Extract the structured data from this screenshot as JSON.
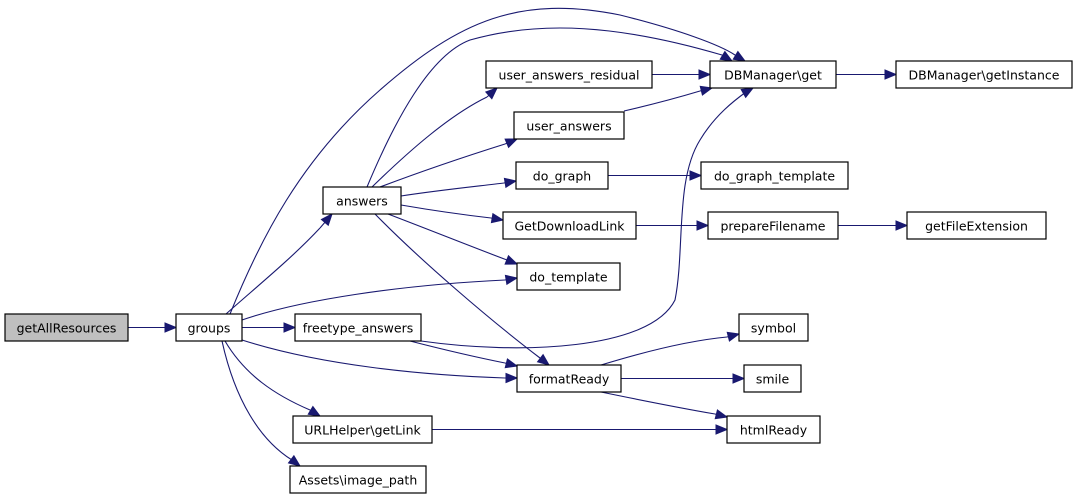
{
  "diagram": {
    "type": "call-graph",
    "edge_color": "#191970",
    "root_fill": "#bfbfbf",
    "nodes": [
      {
        "id": "getAllResources",
        "label": "getAllResources",
        "highlighted": true
      },
      {
        "id": "groups",
        "label": "groups"
      },
      {
        "id": "answers",
        "label": "answers"
      },
      {
        "id": "user_answers_residual",
        "label": "user_answers_residual"
      },
      {
        "id": "user_answers",
        "label": "user_answers"
      },
      {
        "id": "do_graph",
        "label": "do_graph"
      },
      {
        "id": "GetDownloadLink",
        "label": "GetDownloadLink"
      },
      {
        "id": "do_template",
        "label": "do_template"
      },
      {
        "id": "freetype_answers",
        "label": "freetype_answers"
      },
      {
        "id": "formatReady",
        "label": "formatReady"
      },
      {
        "id": "URLHelper_getLink",
        "label": "URLHelper\\getLink"
      },
      {
        "id": "Assets_image_path",
        "label": "Assets\\image_path"
      },
      {
        "id": "DBManager_get",
        "label": "DBManager\\get"
      },
      {
        "id": "DBManager_getInstance",
        "label": "DBManager\\getInstance"
      },
      {
        "id": "do_graph_template",
        "label": "do_graph_template"
      },
      {
        "id": "prepareFilename",
        "label": "prepareFilename"
      },
      {
        "id": "getFileExtension",
        "label": "getFileExtension"
      },
      {
        "id": "symbol",
        "label": "symbol"
      },
      {
        "id": "smile",
        "label": "smile"
      },
      {
        "id": "htmlReady",
        "label": "htmlReady"
      }
    ],
    "edges": [
      {
        "from": "getAllResources",
        "to": "groups"
      },
      {
        "from": "groups",
        "to": "answers"
      },
      {
        "from": "groups",
        "to": "DBManager_get"
      },
      {
        "from": "groups",
        "to": "do_template"
      },
      {
        "from": "groups",
        "to": "freetype_answers"
      },
      {
        "from": "groups",
        "to": "formatReady"
      },
      {
        "from": "groups",
        "to": "URLHelper_getLink"
      },
      {
        "from": "groups",
        "to": "Assets_image_path"
      },
      {
        "from": "answers",
        "to": "DBManager_get"
      },
      {
        "from": "answers",
        "to": "user_answers_residual"
      },
      {
        "from": "answers",
        "to": "user_answers"
      },
      {
        "from": "answers",
        "to": "do_graph"
      },
      {
        "from": "answers",
        "to": "GetDownloadLink"
      },
      {
        "from": "answers",
        "to": "do_template"
      },
      {
        "from": "answers",
        "to": "formatReady"
      },
      {
        "from": "user_answers_residual",
        "to": "DBManager_get"
      },
      {
        "from": "user_answers",
        "to": "DBManager_get"
      },
      {
        "from": "do_graph",
        "to": "do_graph_template"
      },
      {
        "from": "GetDownloadLink",
        "to": "prepareFilename"
      },
      {
        "from": "freetype_answers",
        "to": "DBManager_get"
      },
      {
        "from": "freetype_answers",
        "to": "formatReady"
      },
      {
        "from": "formatReady",
        "to": "symbol"
      },
      {
        "from": "formatReady",
        "to": "smile"
      },
      {
        "from": "formatReady",
        "to": "htmlReady"
      },
      {
        "from": "URLHelper_getLink",
        "to": "htmlReady"
      },
      {
        "from": "DBManager_get",
        "to": "DBManager_getInstance"
      },
      {
        "from": "prepareFilename",
        "to": "getFileExtension"
      }
    ]
  }
}
